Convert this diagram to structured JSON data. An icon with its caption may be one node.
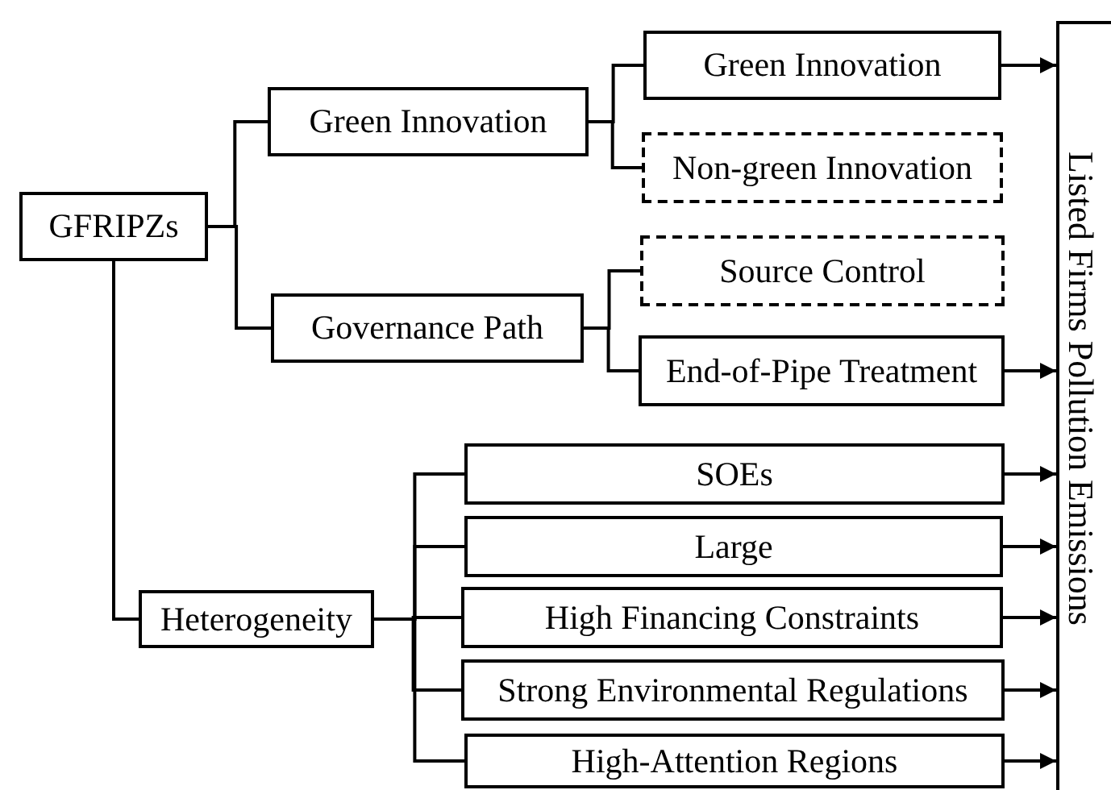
{
  "diagram": {
    "nodes": [
      {
        "text": [
          "GFRIPZs"
        ]
      },
      {
        "text": [
          "Green Innovation"
        ]
      },
      {
        "text": [
          "Governance Path"
        ]
      },
      {
        "text": [
          "Heterogeneity"
        ]
      },
      {
        "text": [
          "Green Innovation"
        ]
      },
      {
        "text": [
          "Non-green Innovation"
        ]
      },
      {
        "text": [
          "Source Control"
        ]
      },
      {
        "text": [
          "End-of-Pipe Treatment"
        ]
      },
      {
        "text": [
          "SOEs"
        ]
      },
      {
        "text": [
          "Large"
        ]
      },
      {
        "text": [
          "High Financing Constraints"
        ]
      },
      {
        "text": [
          "Strong Environmental Regulations"
        ]
      },
      {
        "text": [
          "High-Attention Regions"
        ]
      },
      {
        "text": [
          "Listed Firms Pollution Emissions"
        ]
      }
    ],
    "edges": [
      {
        "from": 0,
        "to": 1,
        "arrow": "none"
      },
      {
        "from": 0,
        "to": 2,
        "arrow": "none"
      },
      {
        "from": 0,
        "to": 3,
        "arrow": "none"
      },
      {
        "from": 1,
        "to": 4,
        "arrow": "none"
      },
      {
        "from": 1,
        "to": 5,
        "arrow": "none"
      },
      {
        "from": 2,
        "to": 6,
        "arrow": "none"
      },
      {
        "from": 2,
        "to": 7,
        "arrow": "none"
      },
      {
        "from": 3,
        "to": 8,
        "arrow": "none"
      },
      {
        "from": 3,
        "to": 9,
        "arrow": "none"
      },
      {
        "from": 3,
        "to": 10,
        "arrow": "none"
      },
      {
        "from": 3,
        "to": 11,
        "arrow": "none"
      },
      {
        "from": 3,
        "to": 12,
        "arrow": "none"
      },
      {
        "from": 4,
        "to": 13,
        "arrow": "to"
      },
      {
        "from": 7,
        "to": 13,
        "arrow": "to"
      },
      {
        "from": 8,
        "to": 13,
        "arrow": "to"
      },
      {
        "from": 9,
        "to": 13,
        "arrow": "to"
      },
      {
        "from": 10,
        "to": 13,
        "arrow": "to"
      },
      {
        "from": 11,
        "to": 13,
        "arrow": "to"
      },
      {
        "from": 12,
        "to": 13,
        "arrow": "to"
      }
    ]
  }
}
